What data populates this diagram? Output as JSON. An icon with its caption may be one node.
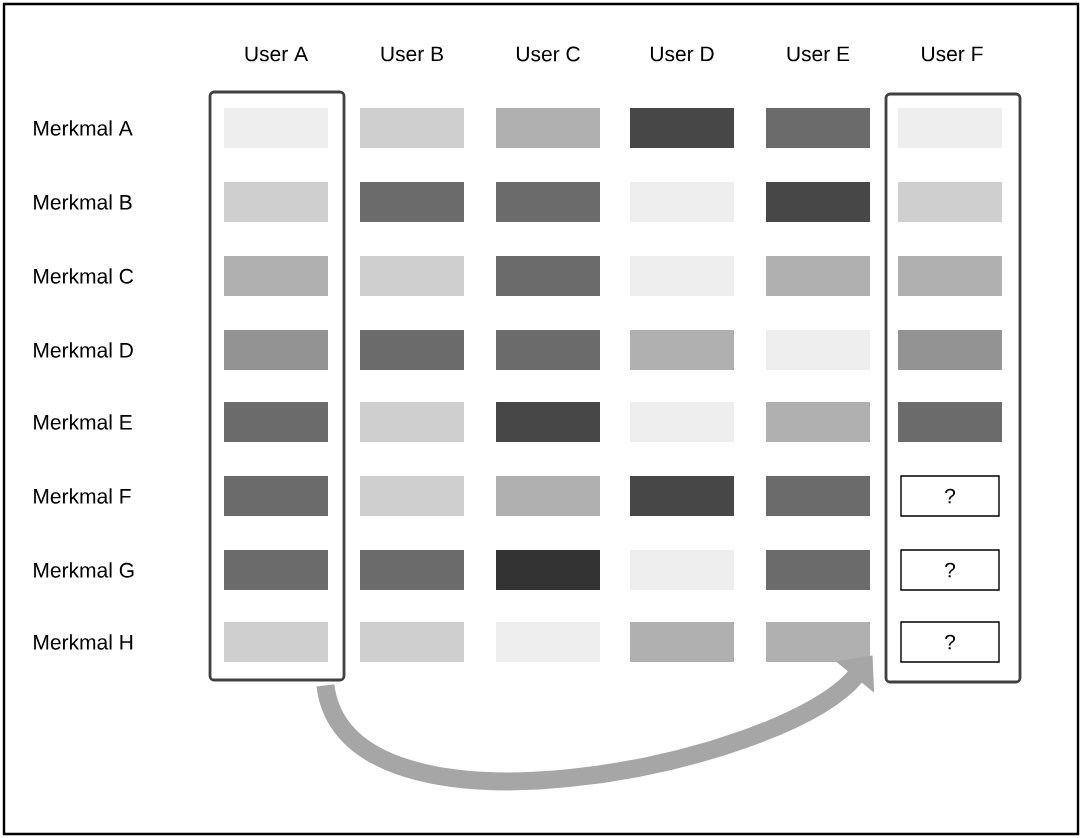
{
  "diagram": {
    "nodes": [
      {
        "text": [
          "User A"
        ]
      },
      {
        "text": [
          "User F"
        ]
      },
      {
        "text": [
          "?"
        ],
        "in": 1
      },
      {
        "text": [
          "?"
        ],
        "in": 1
      },
      {
        "text": [
          "?"
        ],
        "in": 1
      }
    ],
    "edges": [
      {
        "from": 0,
        "to": 1,
        "arrow": "to"
      }
    ],
    "labels": [
      "User B",
      "User C",
      "User D",
      "User E",
      "Merkmal A",
      "Merkmal B",
      "Merkmal C",
      "Merkmal D",
      "Merkmal E",
      "Merkmal F",
      "Merkmal G",
      "Merkmal H"
    ]
  }
}
